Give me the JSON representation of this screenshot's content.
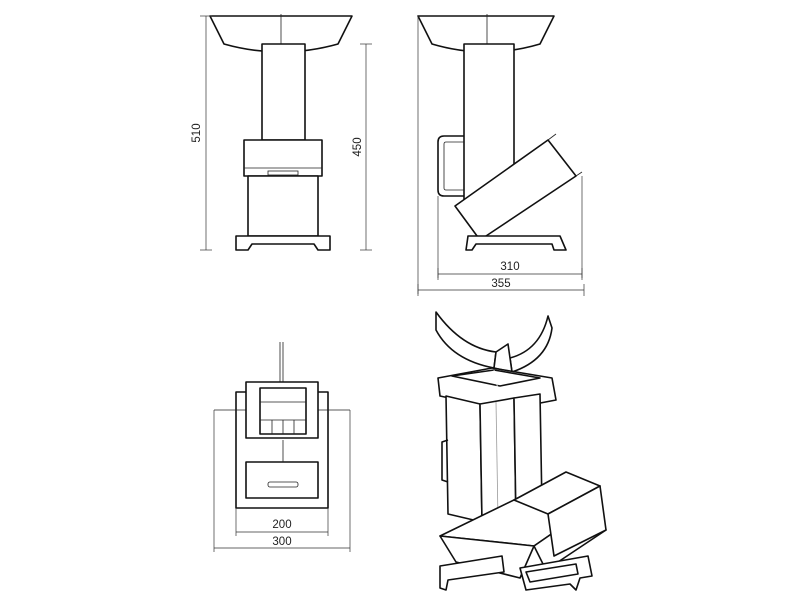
{
  "dimensions": {
    "front_height_total": "510",
    "front_height_body": "450",
    "side_width_base": "310",
    "side_width_total": "355",
    "top_width_inner": "200",
    "top_width_outer": "300"
  },
  "colors": {
    "line": "#111111",
    "fill_light": "#ffffff",
    "shade_dark": "#3a3a3a",
    "shade_mid": "#7a7a7a",
    "shade_light": "#c8c8c8"
  }
}
